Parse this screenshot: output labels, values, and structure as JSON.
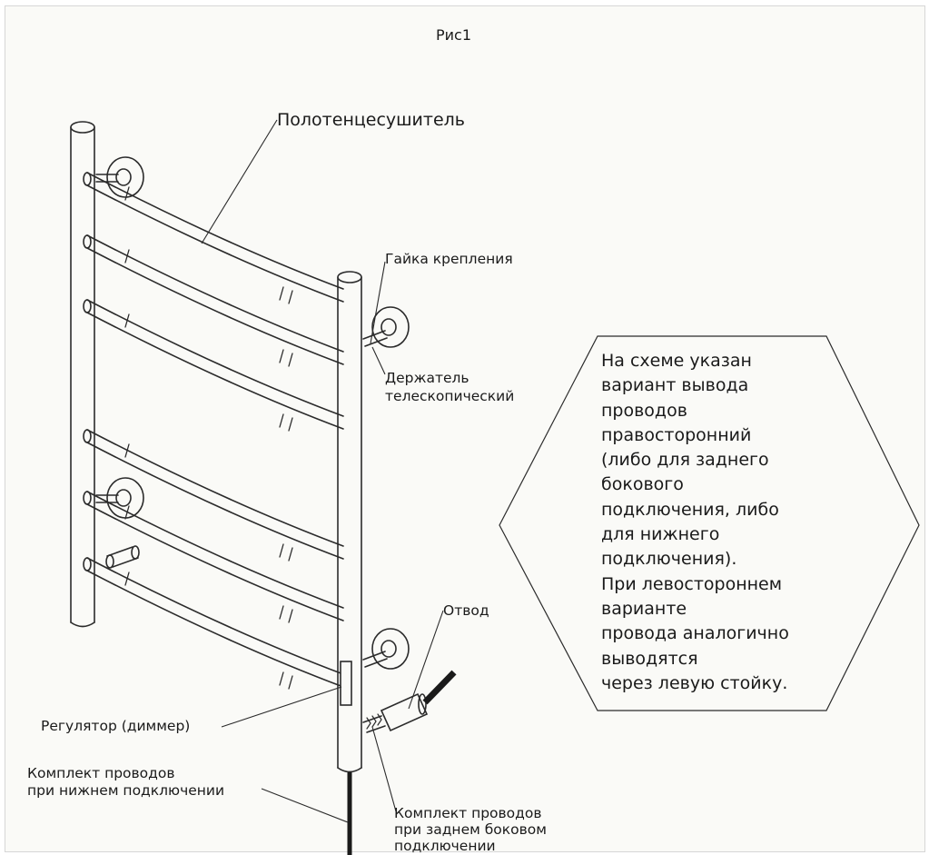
{
  "figure_label": "Рис1",
  "labels": {
    "towel_dryer": "Полотенцесушитель",
    "mount_nut": "Гайка крепления",
    "holder_line1": "Держатель",
    "holder_line2": "телескопический",
    "outlet": "Отвод",
    "dimmer": "Регулятор (диммер)",
    "bottom_kit_line1": "Комплект проводов",
    "bottom_kit_line2": "при нижнем подключении",
    "side_kit_line1": "Комплект проводов",
    "side_kit_line2": "при заднем боковом",
    "side_kit_line3": "подключении"
  },
  "note_lines": [
    "На схеме указан",
    "вариант вывода",
    "проводов",
    "правосторонний",
    "(либо для заднего",
    "бокового",
    "подключения, либо",
    "для нижнего",
    "подключения).",
    "При левостороннем",
    "варианте",
    "провода аналогично",
    "выводятся",
    "через левую стойку."
  ],
  "colors": {
    "line": "#2b2b2b",
    "background": "#fafaf7"
  }
}
